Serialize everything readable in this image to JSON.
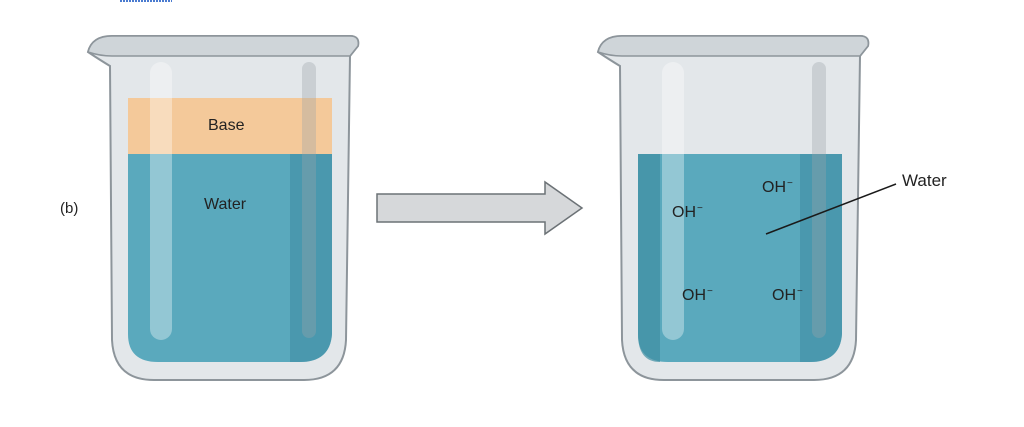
{
  "panel_label": "(b)",
  "left_beaker": {
    "top_layer_label": "Base",
    "bottom_layer_label": "Water"
  },
  "right_beaker": {
    "ions": [
      {
        "base": "OH",
        "charge": "−"
      },
      {
        "base": "OH",
        "charge": "−"
      },
      {
        "base": "OH",
        "charge": "−"
      },
      {
        "base": "OH",
        "charge": "−"
      }
    ],
    "callout_label": "Water"
  },
  "colors": {
    "base_layer": "#f4c99a",
    "water": "#5aa9bd",
    "water_dark": "#3f8ea3",
    "glass": "#d9dee2",
    "glass_edge": "#8d959b",
    "arrow_fill": "#d6d8da",
    "arrow_stroke": "#6c7276"
  }
}
